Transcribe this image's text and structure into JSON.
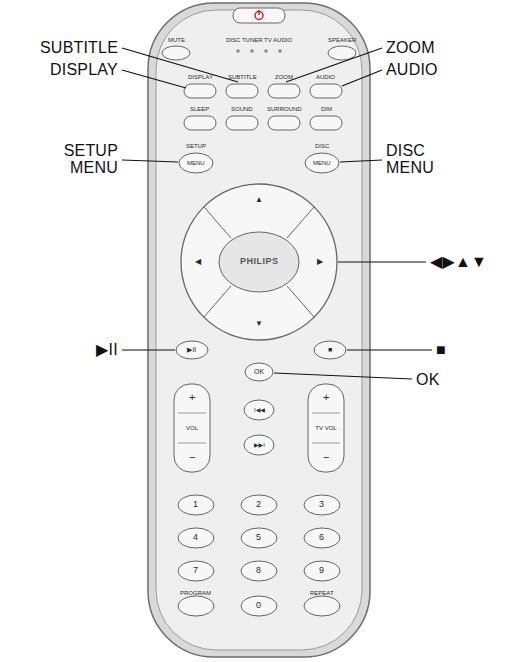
{
  "diagram": {
    "labels": [
      "SUBTITLE",
      "DISPLAY",
      "SETUP MENU",
      "▶II",
      "ZOOM",
      "AUDIO",
      "DISC MENU",
      "◀▶▲▼",
      "■",
      "OK",
      "MUTE",
      "DISC TUNER TV AUDIO",
      "SPEAKER",
      "DISPLAY",
      "SUBTITLE",
      "ZOOM",
      "AUDIO",
      "SLEEP",
      "SOUND",
      "SURROUND",
      "DIM",
      "SETUP",
      "MENU",
      "DISC",
      "MENU",
      "PHILIPS",
      "▲",
      "◀",
      "▶",
      "▼",
      "▶II",
      "■",
      "OK",
      "I◀◀",
      "▶▶I",
      "+",
      "VOL",
      "−",
      "+",
      "TV VOL",
      "−",
      "1",
      "2",
      "3",
      "4",
      "5",
      "6",
      "7",
      "8",
      "9",
      "PROGRAM",
      "0",
      "REPEAT"
    ]
  }
}
